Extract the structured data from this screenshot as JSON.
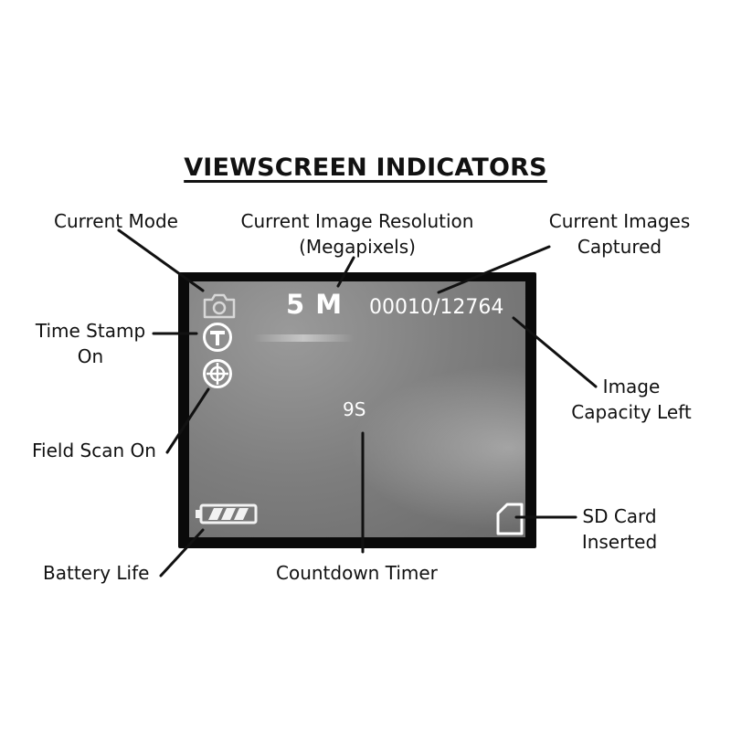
{
  "title": "VIEWSCREEN INDICATORS",
  "labels": {
    "current_mode": "Current Mode",
    "resolution": [
      "Current Image Resolution",
      "(Megapixels)"
    ],
    "images_captured": [
      "Current Images",
      "Captured"
    ],
    "time_stamp": [
      "Time Stamp",
      "On"
    ],
    "image_capacity": [
      "Image",
      "Capacity Left"
    ],
    "field_scan": "Field Scan On",
    "sd_card": [
      "SD Card",
      "Inserted"
    ],
    "battery": "Battery Life",
    "countdown": "Countdown Timer"
  },
  "screen": {
    "resolution_value": "5 M",
    "image_count": "00010/12764",
    "timer_value": "9S"
  },
  "icons": [
    "camera-icon",
    "timestamp-icon",
    "field-scan-icon",
    "battery-icon",
    "sd-card-icon"
  ]
}
